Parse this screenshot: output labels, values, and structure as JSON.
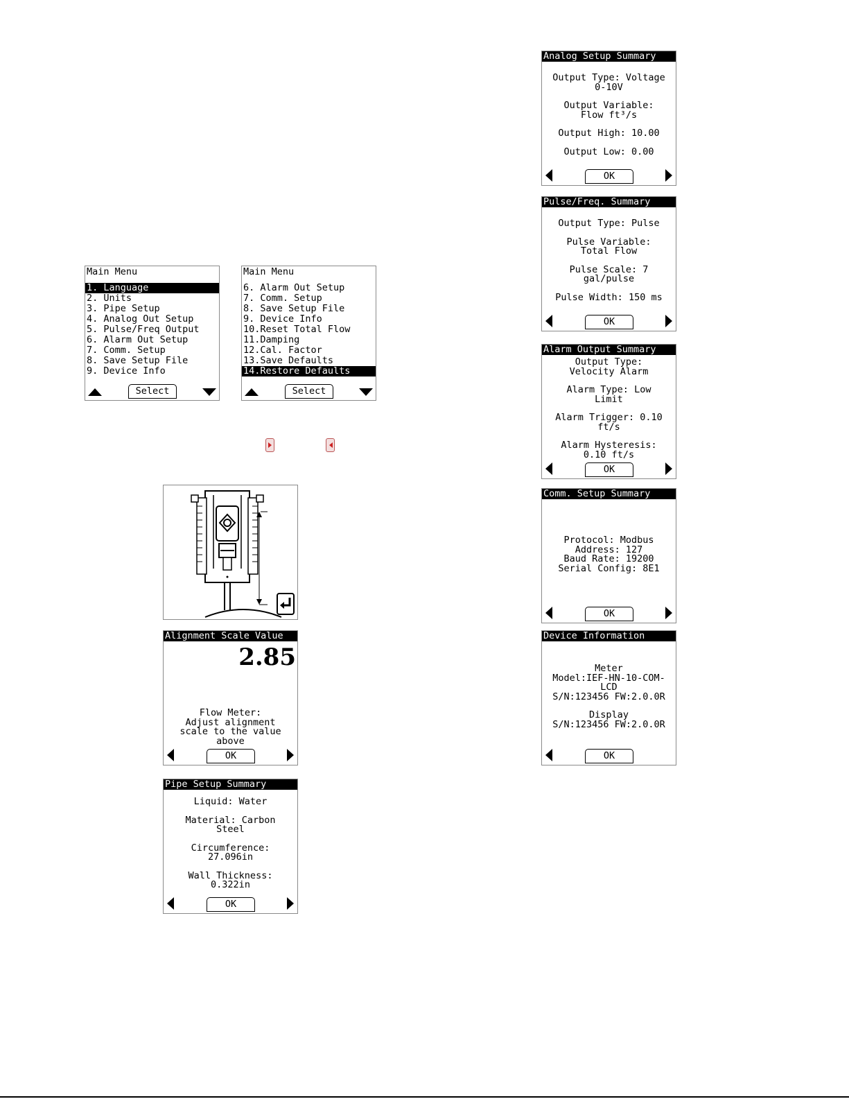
{
  "main_menu_1": {
    "title": "Main Menu",
    "items": [
      "1. Language",
      "2. Units",
      "3. Pipe Setup",
      "4. Analog Out Setup",
      "5. Pulse/Freq Output",
      "6. Alarm Out Setup",
      "7. Comm. Setup",
      "8. Save Setup File",
      "9. Device Info"
    ],
    "button": "Select"
  },
  "main_menu_2": {
    "title": "Main Menu",
    "items": [
      "6. Alarm Out Setup",
      "7. Comm. Setup",
      "8. Save Setup File",
      "9. Device Info",
      "10.Reset Total Flow",
      "11.Damping",
      "12.Cal. Factor",
      "13.Save Defaults",
      "14.Restore Defaults"
    ],
    "button": "Select"
  },
  "alignment": {
    "title": "Alignment Scale Value",
    "value": "2.85",
    "lines": [
      "Flow Meter:",
      "Adjust alignment",
      "scale to the value",
      "above"
    ],
    "button": "OK"
  },
  "pipe": {
    "title": "Pipe Setup Summary",
    "lines": [
      "Liquid: Water",
      "Material: Carbon",
      "Steel",
      "Circumference:",
      "27.096in",
      "Wall Thickness:",
      "0.322in"
    ],
    "button": "OK"
  },
  "analog": {
    "title": "Analog Setup Summary",
    "lines": [
      "Output Type: Voltage",
      "0-10V",
      "Output Variable:",
      "Flow ft³/s",
      "Output High: 10.00",
      "Output Low: 0.00"
    ],
    "button": "OK"
  },
  "pulse": {
    "title": "Pulse/Freq. Summary",
    "lines": [
      "Output Type: Pulse",
      "Pulse Variable:",
      "Total Flow",
      "Pulse Scale: 7",
      "gal/pulse",
      "Pulse Width: 150 ms"
    ],
    "button": "OK"
  },
  "alarm": {
    "title": "Alarm Output Summary",
    "lines": [
      "Output Type:",
      "Velocity Alarm",
      "Alarm Type: Low",
      "Limit",
      "Alarm Trigger: 0.10",
      "ft/s",
      "Alarm Hysteresis:",
      "0.10 ft/s"
    ],
    "button": "OK"
  },
  "comm": {
    "title": "Comm. Setup Summary",
    "lines": [
      "Protocol: Modbus",
      "Address: 127",
      "Baud Rate: 19200",
      "Serial Config: 8E1"
    ],
    "button": "OK"
  },
  "device": {
    "title": "Device Information",
    "lines": [
      "Meter",
      "Model:IEF-HN-10-COM-",
      "LCD",
      "S/N:123456 FW:2.0.0R",
      "Display",
      "S/N:123456 FW:2.0.0R"
    ],
    "button": "OK"
  },
  "icons": {
    "right_key": "right-arrow-key-icon",
    "left_key": "left-arrow-key-icon",
    "enter": "enter-key-icon"
  }
}
